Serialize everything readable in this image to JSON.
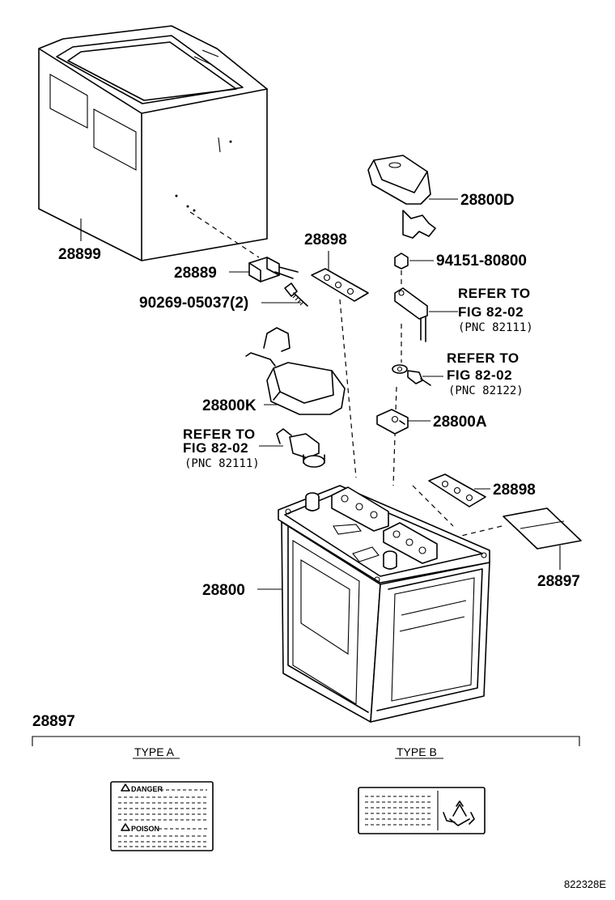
{
  "labels": {
    "p28899": "28899",
    "p28889": "28889",
    "p90269": "90269-05037(2)",
    "p28898_top": "28898",
    "p28800D": "28800D",
    "p94151": "94151-80800",
    "ref1_line1": "REFER TO",
    "ref1_line2": "FIG 82-02",
    "ref1_line3": "(PNC 82111)",
    "ref2_line1": "REFER TO",
    "ref2_line2": "FIG 82-02",
    "ref2_line3": "(PNC 82122)",
    "p28800K": "28800K",
    "ref3_line1": "REFER TO",
    "ref3_line2": "FIG 82-02",
    "ref3_line3": "(PNC 82111)",
    "p28800A": "28800A",
    "p28898_right": "28898",
    "p28897": "28897",
    "p28800": "28800",
    "p28897_section": "28897",
    "type_a": "TYPE A",
    "type_b": "TYPE B",
    "danger": "DANGER",
    "poison": "POISON",
    "figure_code": "822328E"
  }
}
